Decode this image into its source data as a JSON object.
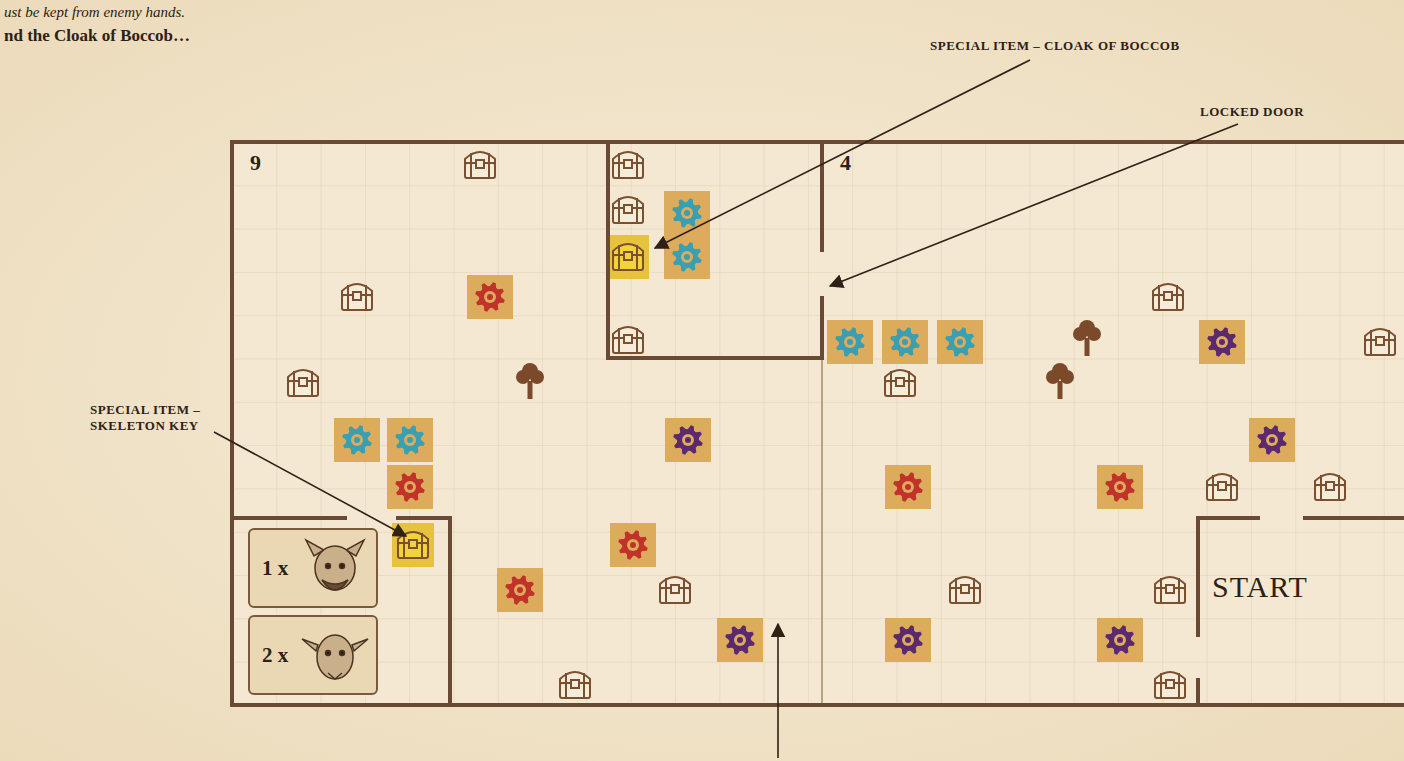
{
  "diagram": {
    "nodes": [
      {
        "text": [
          "9"
        ]
      },
      {
        "text": [
          "4"
        ]
      },
      {
        "text": [
          "1 x"
        ],
        "in": 0
      },
      {
        "text": [
          "2 x"
        ],
        "in": 0
      }
    ],
    "labels": [
      "ust be kept from enemy hands.",
      "nd the Cloak of Boccob…",
      "SPECIAL ITEM – CLOAK OF BOCCOB",
      "LOCKED DOOR",
      "SPECIAL ITEM – SKELETON KEY",
      "START"
    ]
  }
}
